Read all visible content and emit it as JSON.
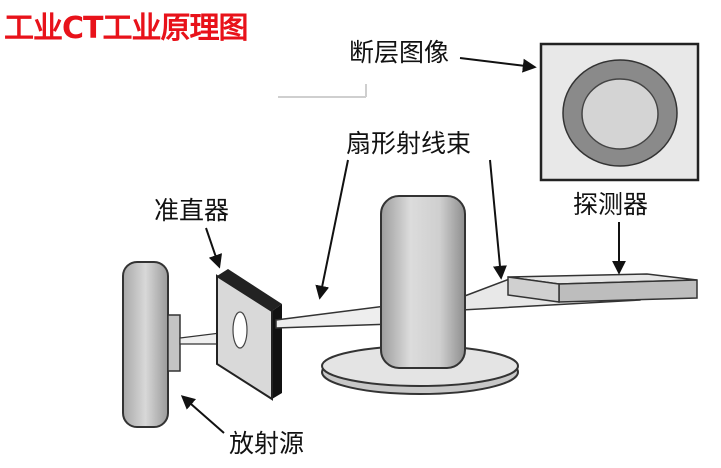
{
  "title": "工业CT工业原理图",
  "labels": {
    "tomographic_image": "断层图像",
    "fan_beam": "扇形射线束",
    "collimator": "准直器",
    "detector": "探测器",
    "radiation_source": "放射源"
  },
  "colors": {
    "title": "#e8121a",
    "line": "#111111",
    "object": "#d2d2d2",
    "ring": "#8a8a8a",
    "panel": "#e6e6e6"
  }
}
